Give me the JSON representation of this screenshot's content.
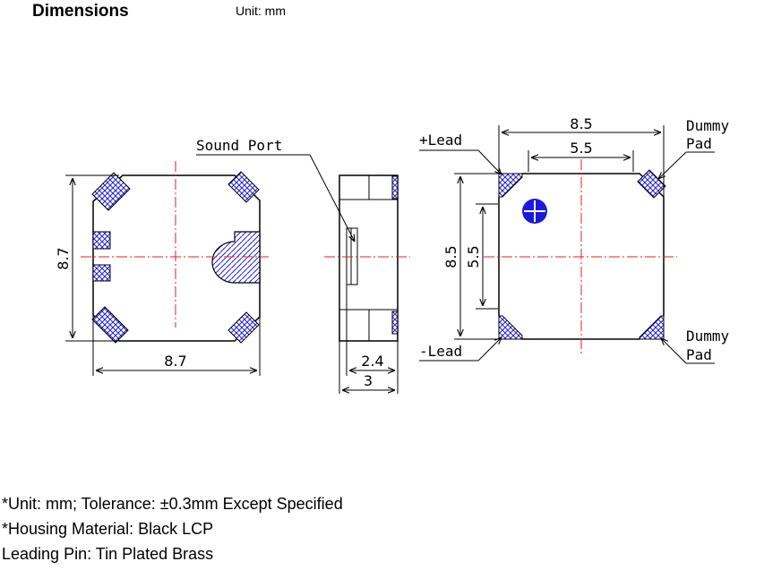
{
  "header": {
    "title": "Dimensions",
    "unit": "Unit: mm"
  },
  "front_view": {
    "width_dim": "8.7",
    "height_dim": "8.7",
    "callout": "Sound Port"
  },
  "side_view": {
    "inner_dim": "2.4",
    "outer_dim": "3"
  },
  "bottom_view": {
    "width_outer": "8.5",
    "width_inner": "5.5",
    "height_outer": "8.5",
    "height_inner": "5.5",
    "plus_lead": "+Lead",
    "minus_lead": "-Lead",
    "dummy_pad_top_1": "Dummy",
    "dummy_pad_top_2": "Pad",
    "dummy_pad_bottom_1": "Dummy",
    "dummy_pad_bottom_2": "Pad"
  },
  "notes": [
    "*Unit: mm; Tolerance:  ±0.3mm Except Specified",
    "*Housing Material: Black LCP",
    "Leading Pin: Tin Plated Brass"
  ],
  "colors": {
    "centerline": "#e02020",
    "hatch": "#2a2ad0",
    "marker": "#1a1ad8"
  }
}
